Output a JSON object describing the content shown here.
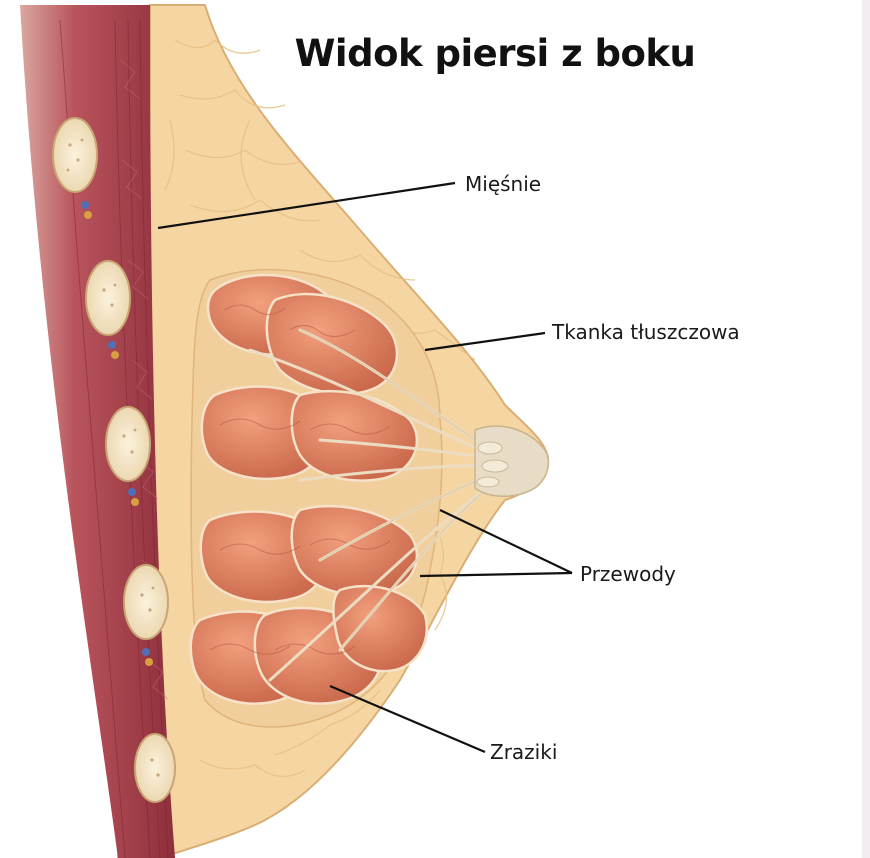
{
  "title": "Widok piersi z boku",
  "labels": {
    "muscles": "Mięśnie",
    "fat": "Tkanka tłuszczowa",
    "ducts": "Przewody",
    "lobules": "Zraziki"
  },
  "colors": {
    "muscle": "#a4434e",
    "fat": "#f5d6a2",
    "lobule": "#de8160",
    "duct": "#eadcc4",
    "bone": "#f4e6c8",
    "leader_line": "#111111"
  }
}
